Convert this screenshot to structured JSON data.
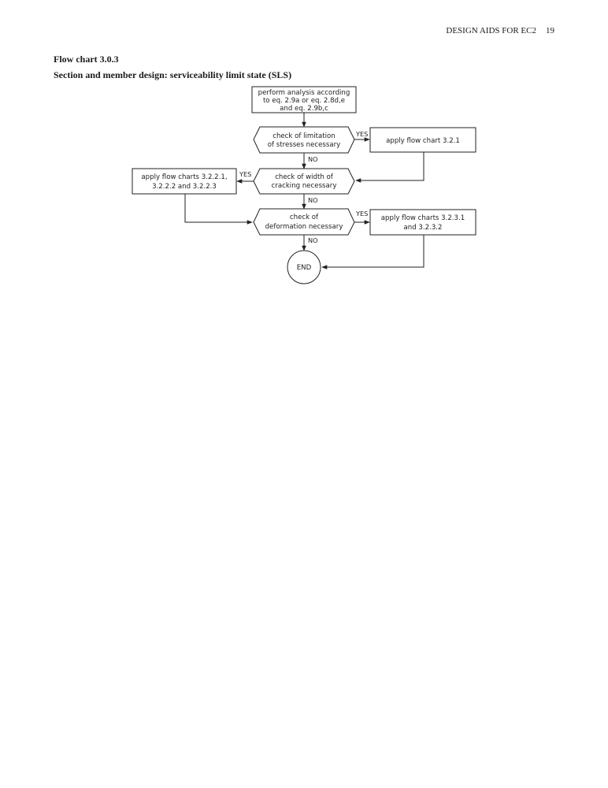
{
  "header": {
    "running_title": "DESIGN AIDS FOR EC2",
    "page_number": "19"
  },
  "title": "Flow chart 3.0.3",
  "subtitle": "Section and member design: serviceability limit state (SLS)",
  "flow": {
    "start": [
      "perform analysis according",
      "to eq. 2.9a or eq. 2.8d,e",
      "and eq. 2.9b,c"
    ],
    "decision1": [
      "check of limitation",
      "of stresses necessary"
    ],
    "action1": [
      "apply flow chart 3.2.1"
    ],
    "decision2": [
      "check of width of",
      "cracking necessary"
    ],
    "action2": [
      "apply flow charts 3.2.2.1,",
      "3.2.2.2 and 3.2.2.3"
    ],
    "decision3": [
      "check of",
      "deformation necessary"
    ],
    "action3": [
      "apply flow charts 3.2.3.1",
      "and 3.2.3.2"
    ],
    "end": "END",
    "yes_label": "YES",
    "no_label": "NO"
  }
}
